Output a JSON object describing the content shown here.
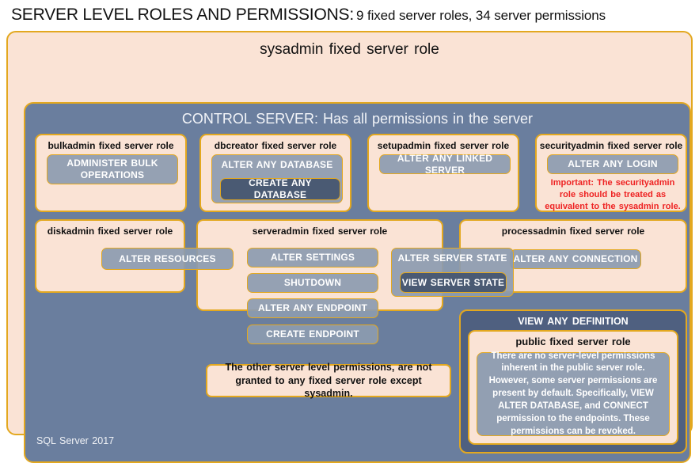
{
  "title": {
    "main": "SERVER LEVEL ROLES AND PERMISSIONS:",
    "sub": "9 fixed server roles, 34 server permissions"
  },
  "colors": {
    "slate_background": "#6a7e9e",
    "peach_card": "#fae3d5",
    "gold_border": "#e3a81f",
    "permission_chip": "#8c9bb0",
    "permission_chip_dark": "#4a5a73",
    "public_group": "#4f6080",
    "warning_red": "#ee2222",
    "page_background": "#ffffff"
  },
  "sysadmin": {
    "title": "sysadmin fixed server role"
  },
  "control_server": {
    "title": "CONTROL SERVER: Has all permissions in the server"
  },
  "roles": [
    {
      "name": "bulkadmin",
      "title": "bulkadmin fixed server role",
      "permissions": [
        {
          "label": "ADMINISTER  BULK OPERATIONS",
          "style": "light"
        }
      ]
    },
    {
      "name": "dbcreator",
      "title": "dbcreator fixed server role",
      "permissions": [
        {
          "label": "ALTER ANY DATABASE",
          "style": "light"
        },
        {
          "label": "CREATE  ANY DATABASE",
          "style": "dark"
        }
      ]
    },
    {
      "name": "setupadmin",
      "title": "setupadmin fixed server role",
      "permissions": [
        {
          "label": "ALTER ANY LINKED SERVER",
          "style": "light"
        }
      ]
    },
    {
      "name": "securityadmin",
      "title": "securityadmin fixed server role",
      "permissions": [
        {
          "label": "ALTER ANY LOGIN",
          "style": "light"
        }
      ],
      "warning": "Important:  The securityadmin role should  be treated as equivalent to the  sysadmin role."
    },
    {
      "name": "diskadmin",
      "title": "diskadmin fixed server role",
      "permissions": [
        {
          "label": "ALTER RESOURCES",
          "style": "light"
        }
      ]
    },
    {
      "name": "serveradmin",
      "title": "serveradmin fixed server role",
      "permissions": [
        {
          "label": "ALTER SETTINGS",
          "style": "light"
        },
        {
          "label": "SHUTDOWN",
          "style": "light"
        },
        {
          "label": "ALTER ANY ENDPOINT",
          "style": "light"
        },
        {
          "label": "CREATE  ENDPOINT",
          "style": "light"
        },
        {
          "label": "ALTER SERVER STATE",
          "style": "light"
        },
        {
          "label": "VIEW SERVER  STATE",
          "style": "dark"
        }
      ]
    },
    {
      "name": "processadmin",
      "title": "processadmin fixed server role",
      "permissions": [
        {
          "label": "ALTER ANY CONNECTION",
          "style": "light"
        }
      ]
    },
    {
      "name": "public",
      "group_title": "VIEW ANY DEFINITION",
      "title": "public  fixed server role",
      "description": "There are no server-level permissions inherent in the public server role. However, some server permissions are present by default. Specifically, VIEW ALTER DATABASE, and CONNECT permission to the endpoints. These permissions can be revoked."
    }
  ],
  "notes": {
    "other_permissions": "The other server level permissions,  are not granted to any fixed server role except sysadmin."
  },
  "footer": {
    "product": "SQL Server 2017"
  }
}
